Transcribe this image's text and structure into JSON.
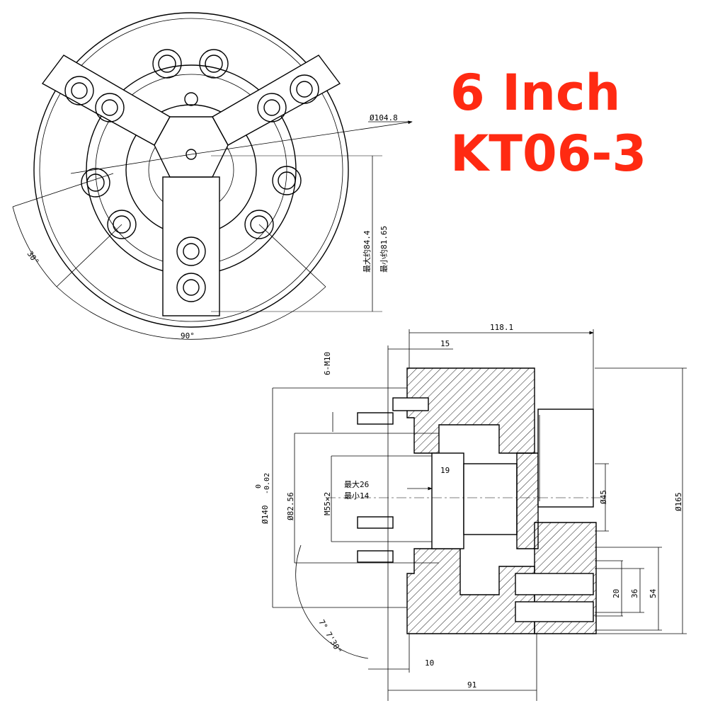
{
  "title": {
    "size_label": "6 Inch",
    "model_label": "KT06-3",
    "color": "#ff2a12"
  },
  "front_view": {
    "diameter_label": "Ø104.8",
    "angle_30_label": "30°",
    "angle_90_label": "90°",
    "jaw_max_label": "最大约84.4",
    "jaw_min_label": "最小约81.65"
  },
  "section_view": {
    "overall_length_label": "118.1",
    "flange_label": "15",
    "bolt_label": "6-M10",
    "through_label": "19",
    "stroke_max_label": "最大26",
    "stroke_min_label": "最小14",
    "thread_label": "M55×2",
    "pilot_diameter_label": "Ø140",
    "pilot_tol_upper": "0",
    "pilot_tol_lower": "-0.02",
    "bolt_circle_label": "Ø82.56",
    "bore_label": "Ø45",
    "outer_diameter_label": "Ø165",
    "jaw_20_label": "20",
    "jaw_36_label": "36",
    "jaw_54_label": "54",
    "angle_label": "7° 7'30\"",
    "spigot_label": "10",
    "body_length_label": "91"
  }
}
